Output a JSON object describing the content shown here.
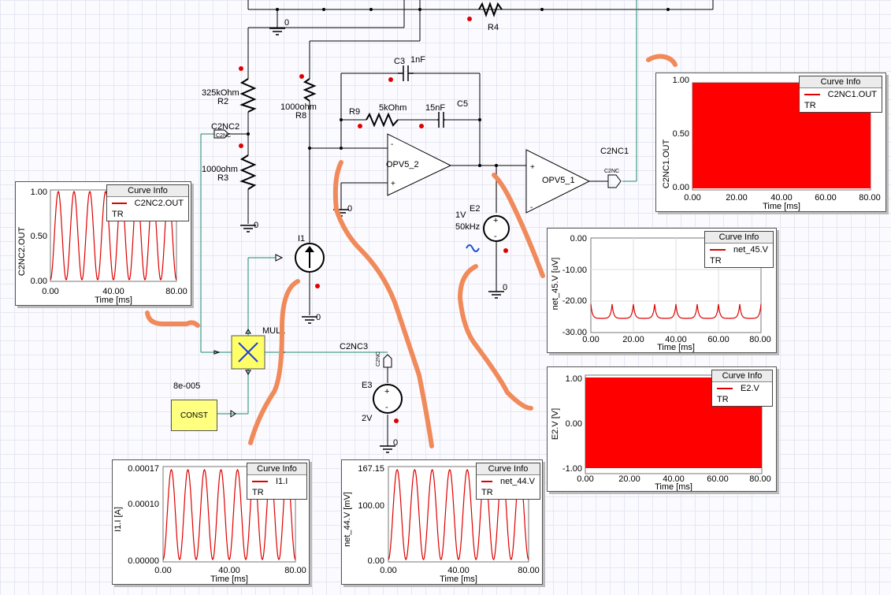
{
  "schematic": {
    "components": {
      "R4": "R4",
      "R2": "R2",
      "R2_value": "325kOhm",
      "R3": "R3",
      "R3_value": "1000ohm",
      "R8": "R8",
      "R8_value": "1000ohm",
      "R9": "R9",
      "R9_value": "5kOhm",
      "C3": "C3",
      "C3_value": "1nF",
      "C5": "C5",
      "C5_value": "15nF",
      "OPV5_2": "OPV5_2",
      "OPV5_1": "OPV5_1",
      "I1": "I1",
      "E2": "E2",
      "E2_amp": "1V",
      "E2_freq": "50kHz",
      "E3": "E3",
      "E3_value": "2V",
      "MUL1": "MUL1",
      "CONST": "CONST",
      "CONST_value": "8e-005"
    },
    "nets": {
      "C2NC1": "C2NC1",
      "C2NC2": "C2NC2",
      "C2NC3": "C2NC3",
      "c2nc_small": "C2NC",
      "zero": "0"
    }
  },
  "plots": {
    "c2nc1": {
      "ylabel": "C2NC1.OUT",
      "xlabel": "Time [ms]",
      "yticks": [
        "1.00",
        "0.50",
        "0.00"
      ],
      "xticks": [
        "0.00",
        "20.00",
        "40.00",
        "60.00",
        "80.00"
      ],
      "legend_title": "Curve Info",
      "legend_entry": "C2NC1.OUT",
      "legend_tr": "TR"
    },
    "c2nc2": {
      "ylabel": "C2NC2.OUT",
      "xlabel": "Time [ms]",
      "yticks": [
        "1.00",
        "0.50",
        "0.00"
      ],
      "xticks": [
        "0.00",
        "40.00",
        "80.00"
      ],
      "legend_title": "Curve Info",
      "legend_entry": "C2NC2.OUT",
      "legend_tr": "TR"
    },
    "net45": {
      "ylabel": "net_45.V [uV]",
      "xlabel": "Time [ms]",
      "yticks": [
        "0.00",
        "-10.00",
        "-20.00",
        "-30.00"
      ],
      "xticks": [
        "0.00",
        "20.00",
        "40.00",
        "60.00",
        "80.00"
      ],
      "legend_title": "Curve Info",
      "legend_entry": "net_45.V",
      "legend_tr": "TR"
    },
    "e2": {
      "ylabel": "E2.V [V]",
      "xlabel": "Time [ms]",
      "yticks": [
        "1.00",
        "0.00",
        "-1.00"
      ],
      "xticks": [
        "0.00",
        "20.00",
        "40.00",
        "60.00",
        "80.00"
      ],
      "legend_title": "Curve Info",
      "legend_entry": "E2.V",
      "legend_tr": "TR"
    },
    "i1": {
      "ylabel": "I1.I [A]",
      "xlabel": "Time [ms]",
      "yticks": [
        "0.00017",
        "0.00010",
        "0.00000"
      ],
      "xticks": [
        "0.00",
        "40.00",
        "80.00"
      ],
      "legend_title": "Curve Info",
      "legend_entry": "I1.I",
      "legend_tr": "TR"
    },
    "net44": {
      "ylabel": "net_44.V [mV]",
      "xlabel": "Time [ms]",
      "yticks": [
        "167.15",
        "100.00",
        "0.00"
      ],
      "xticks": [
        "0.00",
        "40.00",
        "80.00"
      ],
      "legend_title": "Curve Info",
      "legend_entry": "net_44.V",
      "legend_tr": "TR"
    }
  },
  "colors": {
    "curve": "#e00000",
    "wire": "#000000",
    "control_wire": "#1a8a6a",
    "annotation": "#f08a5a",
    "const_fill": "#ffff80",
    "mul_fill": "#ffff66"
  }
}
